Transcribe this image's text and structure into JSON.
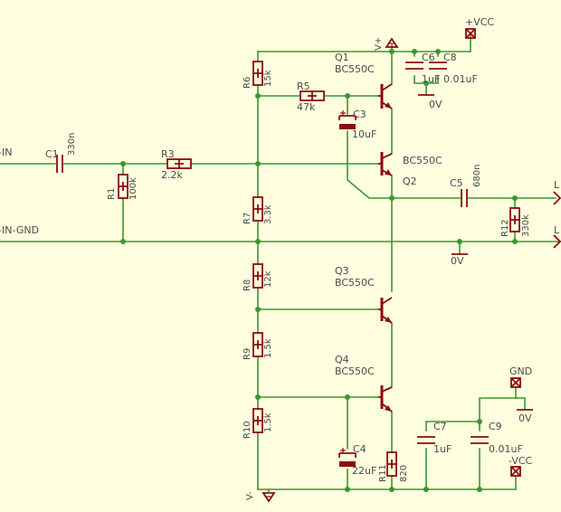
{
  "nets": {
    "in": "-IN",
    "in_gnd": "-IN-GND",
    "vplus": "V+",
    "vminus": "V-",
    "pvcc": "+VCC",
    "nvcc": "-VCC",
    "gnd": "GND",
    "zero_v": "0V",
    "out_top": "L",
    "out_bot": "L"
  },
  "components": {
    "c1": {
      "ref": "C1",
      "value": "330n"
    },
    "r1": {
      "ref": "R1",
      "value": "100k"
    },
    "r3": {
      "ref": "R3",
      "value": "2.2k"
    },
    "r6": {
      "ref": "R6",
      "value": "15k"
    },
    "r5": {
      "ref": "R5",
      "value": "47k"
    },
    "c3": {
      "ref": "C3",
      "value": "10uF"
    },
    "q1": {
      "ref": "Q1",
      "value": "BC550C"
    },
    "q2": {
      "ref": "Q2",
      "value": "BC550C"
    },
    "q3": {
      "ref": "Q3",
      "value": "BC550C"
    },
    "q4": {
      "ref": "Q4",
      "value": "BC550C"
    },
    "r7": {
      "ref": "R7",
      "value": "3.3k"
    },
    "r8": {
      "ref": "R8",
      "value": "12k"
    },
    "r9": {
      "ref": "R9",
      "value": "1.5k"
    },
    "r10": {
      "ref": "R10",
      "value": "1.5k"
    },
    "c4": {
      "ref": "C4",
      "value": "22uF"
    },
    "r11": {
      "ref": "R11",
      "value": "820"
    },
    "c5": {
      "ref": "C5",
      "value": "680n"
    },
    "r12": {
      "ref": "R12",
      "value": "330k"
    },
    "c6": {
      "ref": "C6",
      "value": "1uF"
    },
    "c8": {
      "ref": "C8",
      "value": "0.01uF"
    },
    "c7": {
      "ref": "C7",
      "value": "1uF"
    },
    "c9": {
      "ref": "C9",
      "value": "0.01uF"
    }
  },
  "colors": {
    "background": "#FFFFE0",
    "wire": "#3C9630",
    "component": "#8C0B0B",
    "text": "#4A4A4A"
  }
}
